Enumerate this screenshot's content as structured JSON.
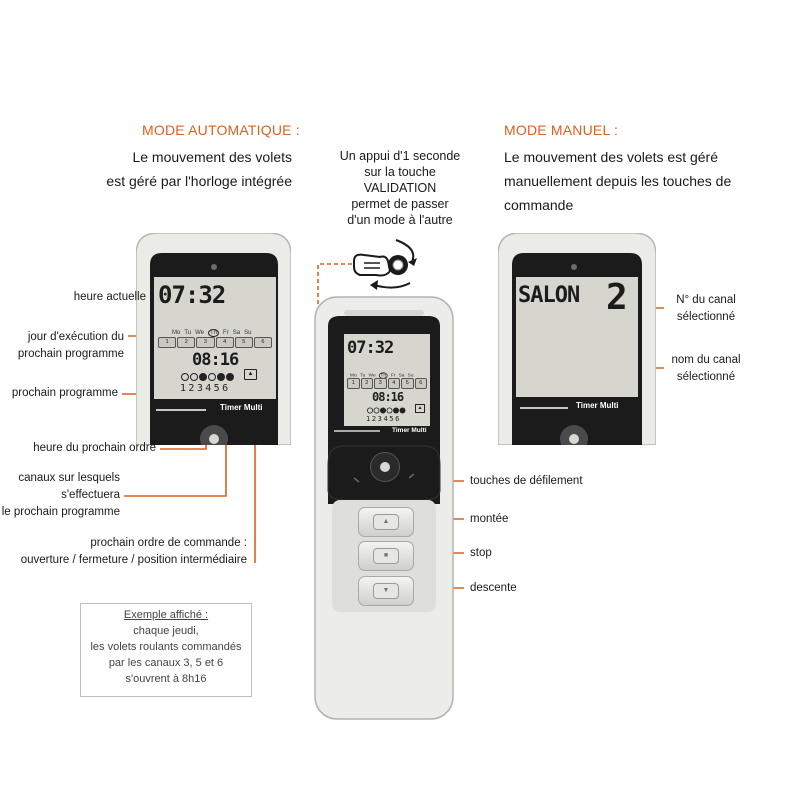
{
  "auto": {
    "title": "MODE AUTOMATIQUE :",
    "line1": "Le mouvement des volets",
    "line2": "est géré par l'horloge intégrée"
  },
  "manual": {
    "title": "MODE MANUEL :",
    "line1": "Le mouvement des volets est géré",
    "line2": "manuellement depuis les touches de",
    "line3": "commande"
  },
  "center_note": {
    "line1": "Un appui d'1 seconde",
    "line2": "sur la touche",
    "line3": "VALIDATION",
    "line4": "permet de passer",
    "line5": "d'un mode à l'autre"
  },
  "left_labels": {
    "heure_actuelle": "heure actuelle",
    "jour_1": "jour d'exécution du",
    "jour_2": "prochain programme",
    "prochain_programme": "prochain programme",
    "heure_ordre": "heure du prochain ordre",
    "canaux_1": "canaux sur lesquels",
    "canaux_2": "s'effectuera",
    "canaux_3": "le prochain programme",
    "ordre_1": "prochain ordre de commande :",
    "ordre_2": "ouverture / fermeture / position intermédiaire"
  },
  "example": {
    "title": "Exemple affiché :",
    "line1": "chaque jeudi,",
    "line2": "les volets roulants commandés",
    "line3": "par les canaux 3, 5 et 6",
    "line4": "s'ouvrent à 8h16"
  },
  "right_labels": {
    "canal_1": "N° du canal",
    "canal_2": "sélectionné",
    "nom_1": "nom du canal",
    "nom_2": "sélectionné"
  },
  "center_labels": {
    "defilement": "touches de défilement",
    "montee": "montée",
    "stop": "stop",
    "descente": "descente"
  },
  "remote": {
    "brand": "Timer Multi",
    "time": "07:32",
    "next_time": "08:16",
    "days": [
      "Mo",
      "Tu",
      "We",
      "Th",
      "Fr",
      "Sa",
      "Su"
    ],
    "tabs": [
      "1",
      "2",
      "3",
      "4",
      "5",
      "6"
    ],
    "channel_digits": "123456",
    "manual_name": "SALON",
    "manual_channel": "2"
  },
  "colors": {
    "accent": "#d9621e",
    "body_dark": "#1b1b1b",
    "lcd": "#d6d6cf"
  }
}
